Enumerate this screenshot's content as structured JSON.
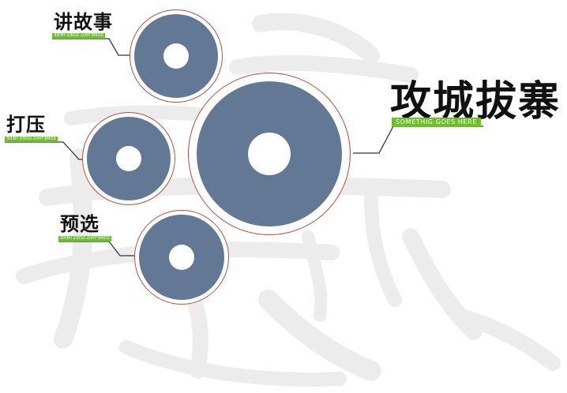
{
  "nodes": {
    "main": {
      "title": "攻城拔寨",
      "tag": "SOMETHIG GOES HERE"
    },
    "story": {
      "title": "讲故事",
      "tag": "SOMETHIG GOES HERE"
    },
    "fight": {
      "title": "打压",
      "tag": "SOMETHIG GOES HERE"
    },
    "select": {
      "title": "预选",
      "tag": "SOMETHIG GOES HERE"
    }
  },
  "colors": {
    "disc": "#627895",
    "ring": "#b5533c",
    "tag": "#6bbf2a",
    "text": "#111111",
    "watermark": "#ececec"
  }
}
